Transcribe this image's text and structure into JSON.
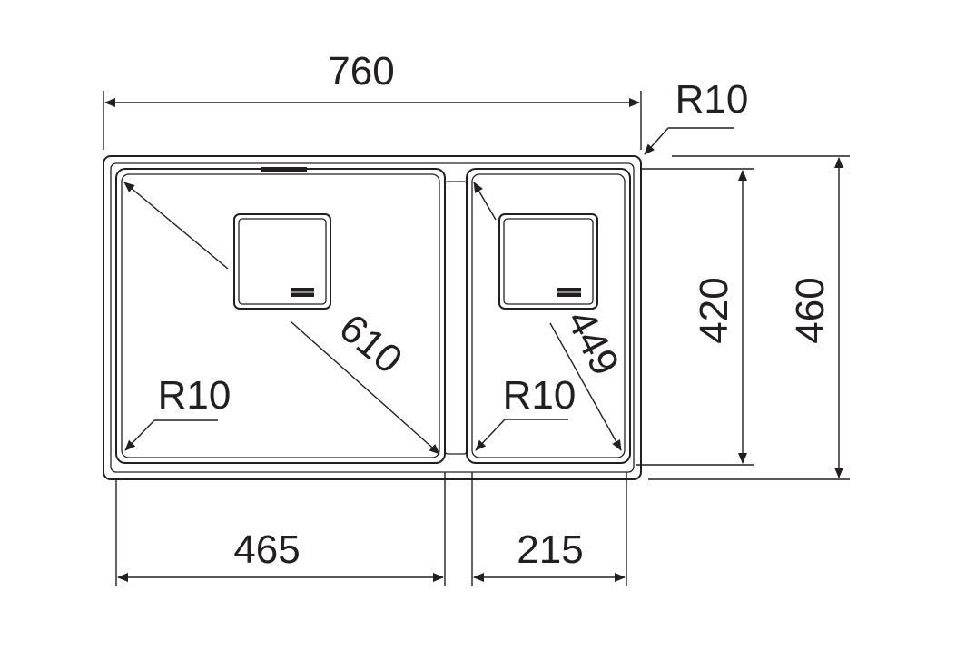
{
  "drawing": {
    "overall_width": "760",
    "outer_radius": "R10",
    "depth_inner": "420",
    "depth_outer": "460",
    "left_bowl_diagonal": "610",
    "right_bowl_diagonal": "449",
    "left_bowl_radius": "R10",
    "right_bowl_radius": "R10",
    "left_bowl_width": "465",
    "right_bowl_width": "215"
  }
}
